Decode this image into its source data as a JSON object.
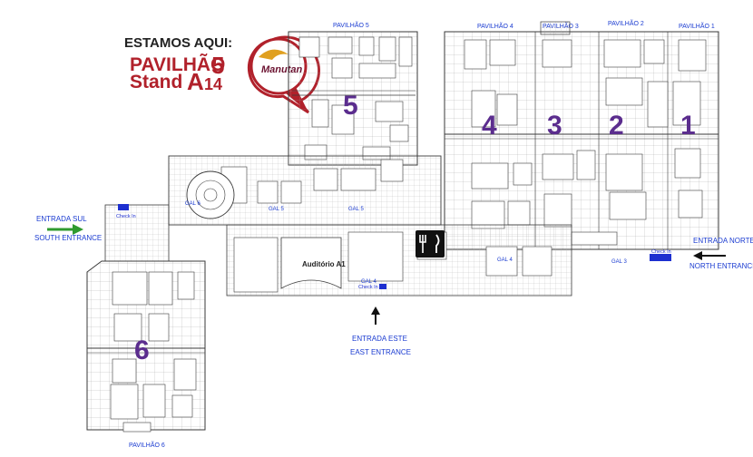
{
  "header": {
    "here_label": "ESTAMOS AQUI:",
    "pavilion_label": "PAVILHÃO",
    "pavilion_number": "5",
    "stand_label": "Stand",
    "stand_code": "A",
    "stand_number": "14",
    "logo_text": "Manutan"
  },
  "pavilions": [
    {
      "label": "PAVILHÃO 5",
      "number": "5"
    },
    {
      "label": "PAVILHÃO 4",
      "number": "4"
    },
    {
      "label": "PAVILHÃO 3",
      "number": "3"
    },
    {
      "label": "PAVILHÃO 2",
      "number": "2"
    },
    {
      "label": "PAVILHÃO 1",
      "number": "1"
    },
    {
      "label": "PAVILHÃO 6",
      "number": "6"
    }
  ],
  "entrances": {
    "south_pt": "ENTRADA SUL",
    "south_en": "SOUTH ENTRANCE",
    "north_pt": "ENTRADA NORTE",
    "north_en": "NORTH ENTRANCE",
    "east_pt": "ENTRADA ESTE",
    "east_en": "EAST ENTRANCE"
  },
  "venue": {
    "auditorium": "Auditório A1",
    "checkin": "Check In",
    "gal_labels": [
      "GAL 6",
      "GAL 5",
      "GAL 5",
      "GAL 4",
      "GAL 4",
      "GAL 3"
    ]
  },
  "colors": {
    "accent_red": "#b1212b",
    "pavilion_purple": "#5b2d8e",
    "entrance_blue": "#1a3bd1",
    "arrow_green": "#2f9a2f",
    "checkin_blue": "#1d2fd0",
    "line": "#3a3a3a"
  },
  "icons": [
    "location-pin-icon",
    "green-arrow-icon",
    "black-arrow-icon",
    "restaurant-icon"
  ]
}
